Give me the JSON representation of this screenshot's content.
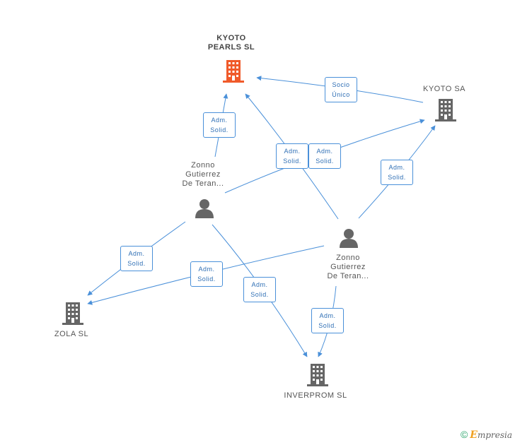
{
  "nodes": {
    "kyoto_pearls": {
      "label": "KYOTO\nPEARLS SL",
      "icon": "building-icon",
      "color": "#f05a2a"
    },
    "kyoto_sa": {
      "label": "KYOTO SA",
      "icon": "building-icon",
      "color": "#666666"
    },
    "person_1": {
      "label": "Zonno\nGutierrez\nDe Teran...",
      "icon": "person-icon",
      "color": "#666666"
    },
    "person_2": {
      "label": "Zonno\nGutierrez\nDe Teran...",
      "icon": "person-icon",
      "color": "#666666"
    },
    "zola": {
      "label": "ZOLA SL",
      "icon": "building-icon",
      "color": "#666666"
    },
    "inverprom": {
      "label": "INVERPROM SL",
      "icon": "building-icon",
      "color": "#666666"
    }
  },
  "edge_labels": {
    "e1": "Socio\nÚnico",
    "e2": "Adm.\nSolid.",
    "e3": "Adm.\nSolid.",
    "e4": "Adm.\nSolid.",
    "e5": "Adm.\nSolid.",
    "e6": "Adm.\nSolid.",
    "e7": "Adm.\nSolid.",
    "e8": "Adm.\nSolid.",
    "e9": "Adm.\nSolid."
  },
  "colors": {
    "edge": "#4a90d9",
    "highlight": "#f05a2a"
  },
  "brand": {
    "copyright": "©",
    "e": "E",
    "rest": "mpresia"
  }
}
